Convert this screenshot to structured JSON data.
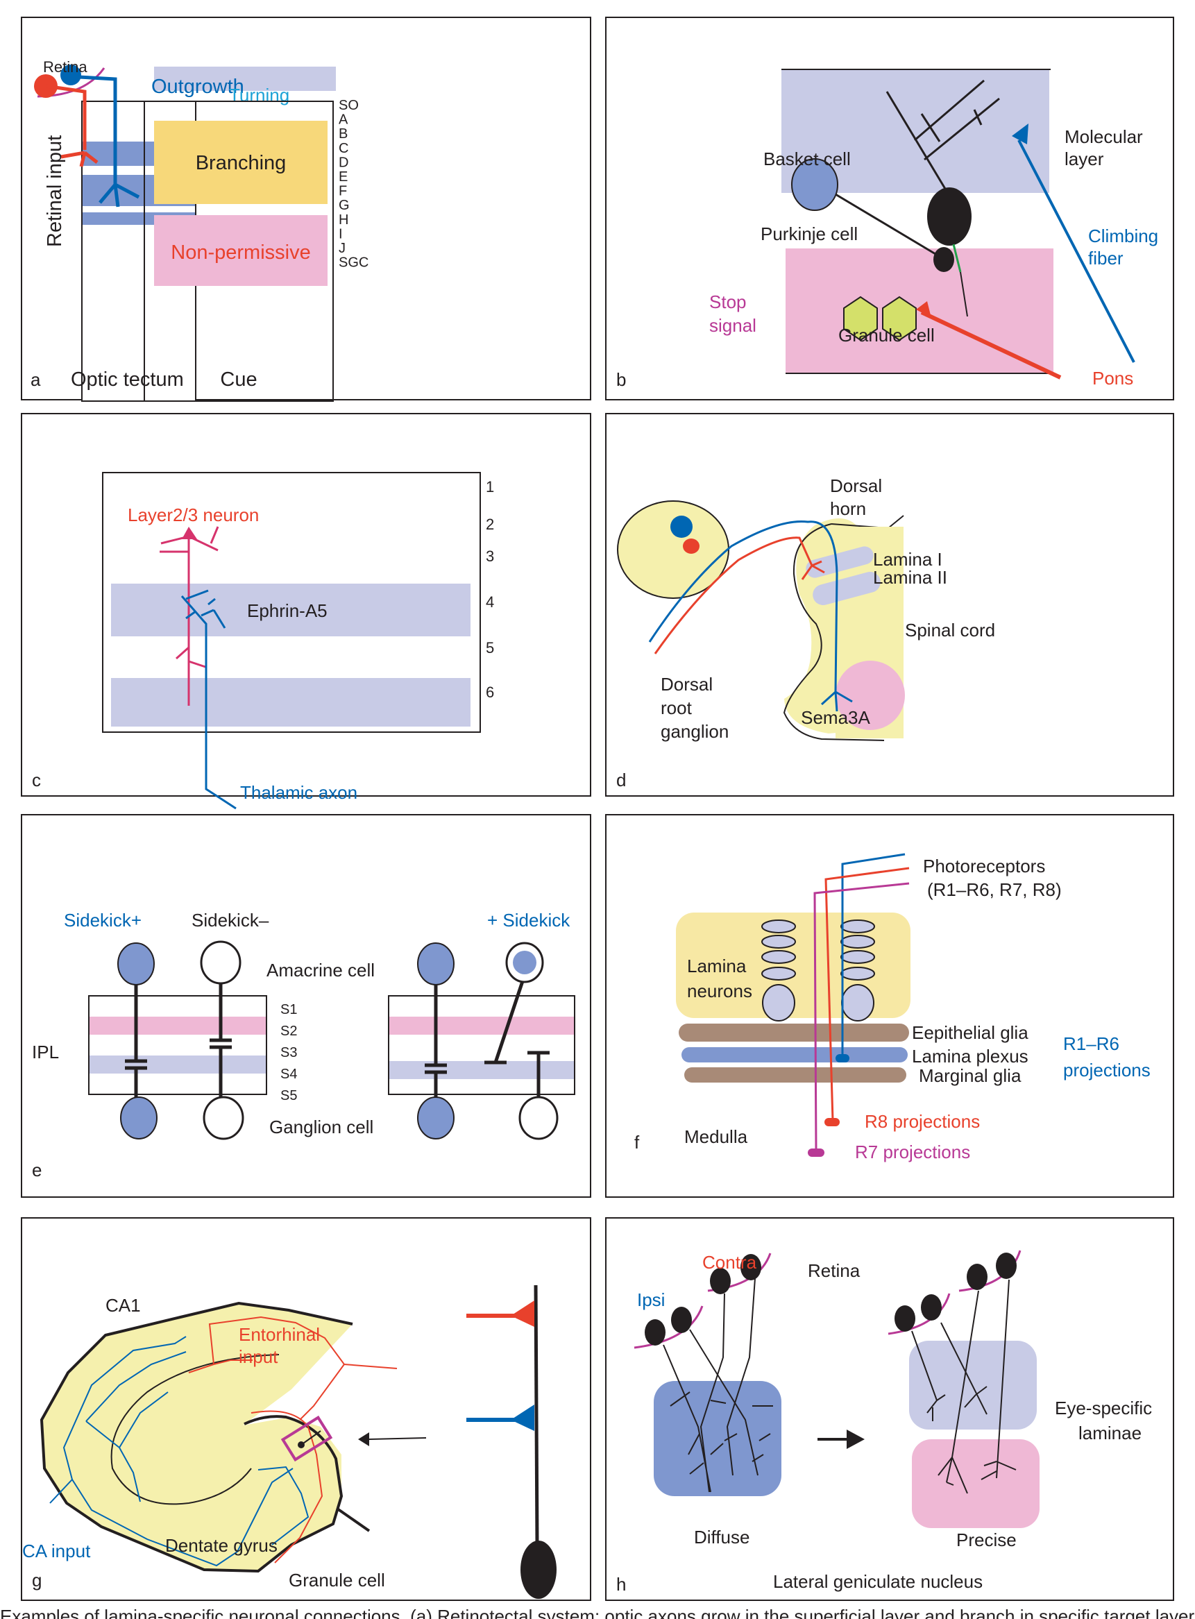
{
  "colors": {
    "blue": "#0066b3",
    "red": "#e8412c",
    "magenta": "#b83995",
    "pink_text": "#d6336c",
    "lavender": "#c8cbe6",
    "periwinkle": "#7f97cf",
    "yellow": "#f7d87a",
    "pink": "#efb8d5",
    "pale_yellow": "#f5f0ad",
    "brown": "#a88a77",
    "hex_green": "#d4e06a",
    "green": "#22a04a",
    "turning": "#1ea2d6"
  },
  "panels": {
    "a": {
      "letter": "a",
      "retina": "Retina",
      "retinal_input": "Retinal input",
      "optic_tectum": "Optic tectum",
      "cue": "Cue",
      "outgrowth": "Outgrowth",
      "turning": "Turning",
      "branching": "Branching",
      "non_permissive": "Non-permissive",
      "layers": [
        "SO",
        "A",
        "B",
        "C",
        "D",
        "E",
        "F",
        "G",
        "H",
        "I",
        "J",
        "SGC"
      ]
    },
    "b": {
      "letter": "b",
      "molecular_layer": [
        "Molecular",
        "layer"
      ],
      "basket_cell": "Basket cell",
      "purkinje_cell": "Purkinje cell",
      "climbing_fiber": [
        "Climbing",
        "fiber"
      ],
      "stop_signal": [
        "Stop",
        "signal"
      ],
      "granule_cell": "Granule cell",
      "pons": "Pons"
    },
    "c": {
      "letter": "c",
      "layer23_neuron": "Layer2/3 neuron",
      "ephrin": "Ephrin-A5",
      "thalamic_axon": "Thalamic axon",
      "layers": [
        "1",
        "2",
        "3",
        "4",
        "5",
        "6"
      ]
    },
    "d": {
      "letter": "d",
      "dorsal_horn": [
        "Dorsal",
        "horn"
      ],
      "lamina_1": "Lamina I",
      "lamina_2": "Lamina II",
      "spinal_cord": "Spinal cord",
      "sema3a": "Sema3A",
      "drg": [
        "Dorsal",
        "root",
        "ganglion"
      ]
    },
    "e": {
      "letter": "e",
      "sidekick_plus": "Sidekick+",
      "sidekick_minus": "Sidekick–",
      "plus_sidekick": "+ Sidekick",
      "amacrine_cell": "Amacrine cell",
      "ganglion_cell": "Ganglion cell",
      "ipl": "IPL",
      "sublayers": [
        "S1",
        "S2",
        "S3",
        "S4",
        "S5"
      ]
    },
    "f": {
      "letter": "f",
      "photoreceptors": "Photoreceptors",
      "photoreceptor_types": "(R1–R6, R7, R8)",
      "lamina_neurons": [
        "Lamina",
        "neurons"
      ],
      "epithelial_glia": "Eepithelial glia",
      "lamina_plexus": "Lamina plexus",
      "marginal_glia": "Marginal glia",
      "r1r6_projections": [
        "R1–R6",
        "projections"
      ],
      "r8_projections": "R8 projections",
      "r7_projections": "R7 projections",
      "medulla": "Medulla"
    },
    "g": {
      "letter": "g",
      "ca1": "CA1",
      "entorhinal_input": [
        "Entorhinal",
        "input"
      ],
      "ca_input": "CA input",
      "dentate_gyrus": "Dentate gyrus",
      "granule_cell": "Granule cell"
    },
    "h": {
      "letter": "h",
      "contra": "Contra",
      "ipsi": "Ipsi",
      "retina": "Retina",
      "diffuse": "Diffuse",
      "precise": "Precise",
      "eye_specific_laminae": [
        "Eye-specific",
        "laminae"
      ],
      "lgn": "Lateral geniculate nucleus"
    }
  },
  "caption": "Examples of lamina-specific neuronal connections. (a) Retinotectal system: optic axons grow in the superficial layer and branch in specific target layers"
}
